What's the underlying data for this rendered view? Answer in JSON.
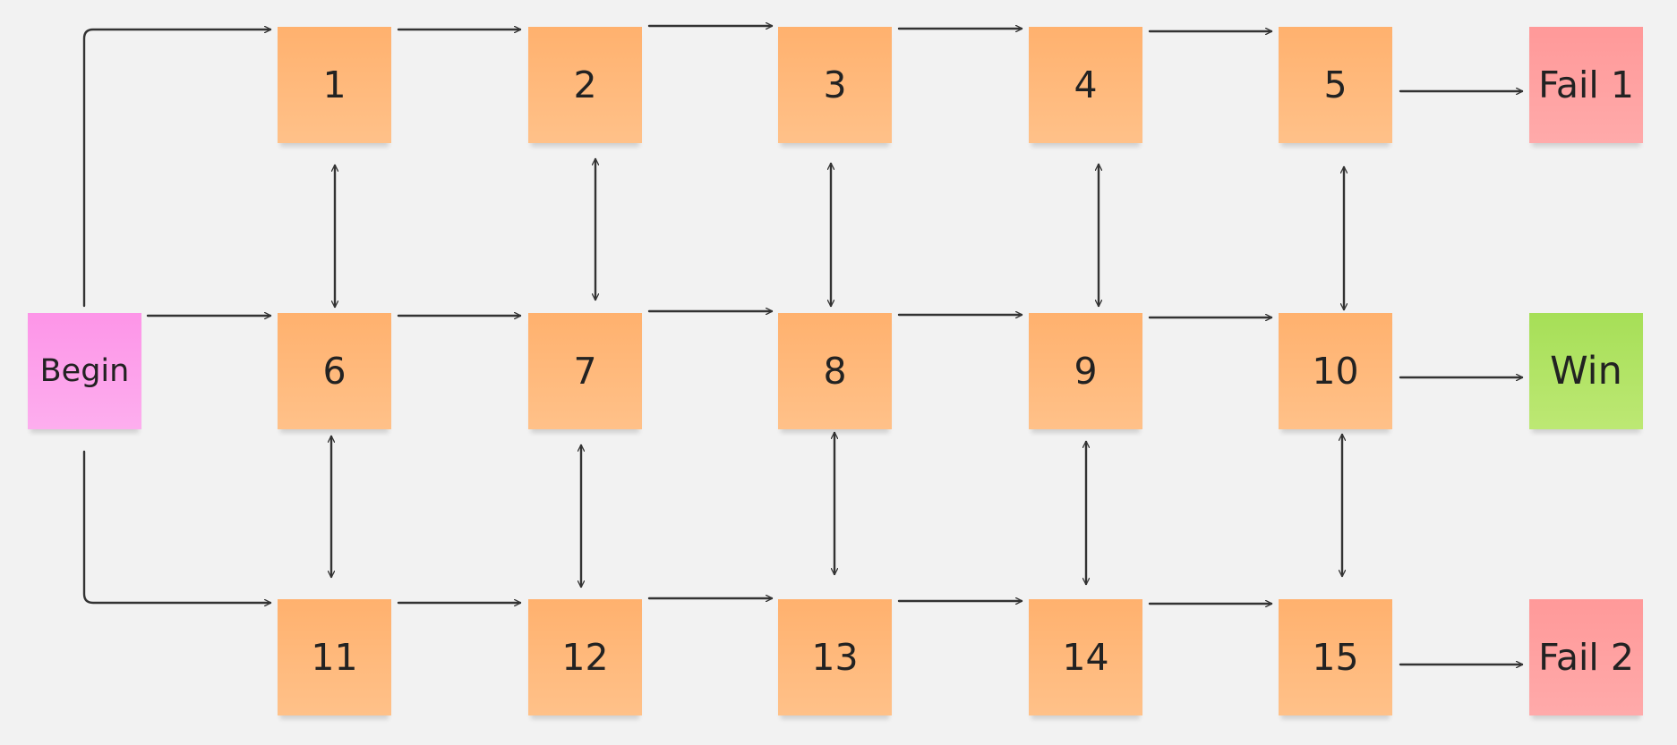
{
  "diagram": {
    "begin": {
      "label": "Begin",
      "color": "#fd9fea"
    },
    "steps": [
      {
        "id": "1",
        "label": "1"
      },
      {
        "id": "2",
        "label": "2"
      },
      {
        "id": "3",
        "label": "3"
      },
      {
        "id": "4",
        "label": "4"
      },
      {
        "id": "5",
        "label": "5"
      },
      {
        "id": "6",
        "label": "6"
      },
      {
        "id": "7",
        "label": "7"
      },
      {
        "id": "8",
        "label": "8"
      },
      {
        "id": "9",
        "label": "9"
      },
      {
        "id": "10",
        "label": "10"
      },
      {
        "id": "11",
        "label": "11"
      },
      {
        "id": "12",
        "label": "12"
      },
      {
        "id": "13",
        "label": "13"
      },
      {
        "id": "14",
        "label": "14"
      },
      {
        "id": "15",
        "label": "15"
      }
    ],
    "outcomes": {
      "fail1": {
        "label": "Fail 1",
        "color": "#ffa0a0"
      },
      "win": {
        "label": "Win",
        "color": "#b2e366"
      },
      "fail2": {
        "label": "Fail 2",
        "color": "#ffa0a0"
      }
    },
    "step_color": "#ffb87a",
    "edges": [
      {
        "from": "Begin",
        "to": "1",
        "type": "one-way"
      },
      {
        "from": "Begin",
        "to": "6",
        "type": "one-way"
      },
      {
        "from": "Begin",
        "to": "11",
        "type": "one-way"
      },
      {
        "from": "1",
        "to": "2",
        "type": "one-way"
      },
      {
        "from": "2",
        "to": "3",
        "type": "one-way"
      },
      {
        "from": "3",
        "to": "4",
        "type": "one-way"
      },
      {
        "from": "4",
        "to": "5",
        "type": "one-way"
      },
      {
        "from": "5",
        "to": "Fail 1",
        "type": "one-way"
      },
      {
        "from": "6",
        "to": "7",
        "type": "one-way"
      },
      {
        "from": "7",
        "to": "8",
        "type": "one-way"
      },
      {
        "from": "8",
        "to": "9",
        "type": "one-way"
      },
      {
        "from": "9",
        "to": "10",
        "type": "one-way"
      },
      {
        "from": "10",
        "to": "Win",
        "type": "one-way"
      },
      {
        "from": "11",
        "to": "12",
        "type": "one-way"
      },
      {
        "from": "12",
        "to": "13",
        "type": "one-way"
      },
      {
        "from": "13",
        "to": "14",
        "type": "one-way"
      },
      {
        "from": "14",
        "to": "15",
        "type": "one-way"
      },
      {
        "from": "15",
        "to": "Fail 2",
        "type": "one-way"
      },
      {
        "from": "1",
        "to": "6",
        "type": "two-way"
      },
      {
        "from": "2",
        "to": "7",
        "type": "two-way"
      },
      {
        "from": "3",
        "to": "8",
        "type": "two-way"
      },
      {
        "from": "4",
        "to": "9",
        "type": "two-way"
      },
      {
        "from": "5",
        "to": "10",
        "type": "two-way"
      },
      {
        "from": "6",
        "to": "11",
        "type": "two-way"
      },
      {
        "from": "7",
        "to": "12",
        "type": "two-way"
      },
      {
        "from": "8",
        "to": "13",
        "type": "two-way"
      },
      {
        "from": "9",
        "to": "14",
        "type": "two-way"
      },
      {
        "from": "10",
        "to": "15",
        "type": "two-way"
      }
    ]
  }
}
